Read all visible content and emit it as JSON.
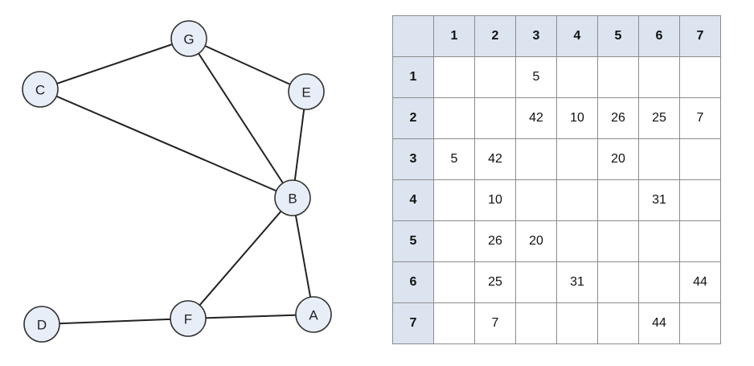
{
  "graph": {
    "nodes": [
      {
        "id": "G",
        "label": "G"
      },
      {
        "id": "C",
        "label": "C"
      },
      {
        "id": "E",
        "label": "E"
      },
      {
        "id": "B",
        "label": "B"
      },
      {
        "id": "D",
        "label": "D"
      },
      {
        "id": "F",
        "label": "F"
      },
      {
        "id": "A",
        "label": "A"
      }
    ],
    "edges": [
      [
        "C",
        "G"
      ],
      [
        "G",
        "E"
      ],
      [
        "G",
        "B"
      ],
      [
        "C",
        "B"
      ],
      [
        "E",
        "B"
      ],
      [
        "B",
        "F"
      ],
      [
        "B",
        "A"
      ],
      [
        "D",
        "F"
      ],
      [
        "F",
        "A"
      ]
    ]
  },
  "matrix": {
    "corner": "",
    "column_headers": [
      "1",
      "2",
      "3",
      "4",
      "5",
      "6",
      "7"
    ],
    "row_headers": [
      "1",
      "2",
      "3",
      "4",
      "5",
      "6",
      "7"
    ],
    "cells": [
      [
        "",
        "",
        "5",
        "",
        "",
        "",
        ""
      ],
      [
        "",
        "",
        "42",
        "10",
        "26",
        "25",
        "7"
      ],
      [
        "5",
        "42",
        "",
        "",
        "20",
        "",
        ""
      ],
      [
        "",
        "10",
        "",
        "",
        "",
        "31",
        ""
      ],
      [
        "",
        "26",
        "20",
        "",
        "",
        "",
        ""
      ],
      [
        "",
        "25",
        "",
        "31",
        "",
        "",
        "44"
      ],
      [
        "",
        "7",
        "",
        "",
        "",
        "44",
        ""
      ]
    ]
  }
}
